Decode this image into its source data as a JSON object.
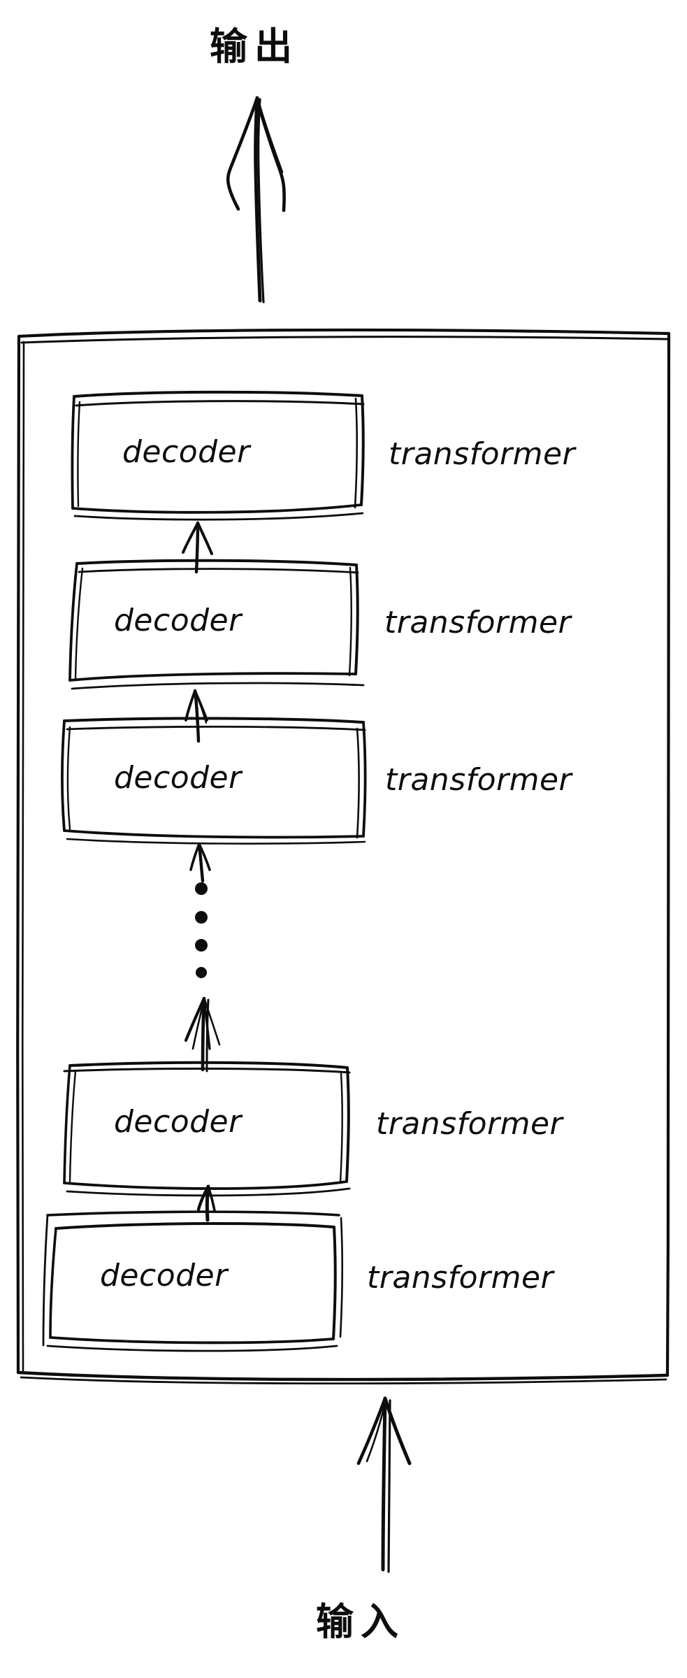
{
  "diagram": {
    "title_top": "输出",
    "title_bottom": "输入",
    "style": "hand-drawn-sketch",
    "stroke_color": "#0d0d0d",
    "background_color": "#ffffff",
    "outer_container": {
      "name": "model-body",
      "label": ""
    },
    "ellipsis": {
      "glyph": "·",
      "dot_count": 4
    },
    "blocks": [
      {
        "box_label": "decoder",
        "side_label": "transformer"
      },
      {
        "box_label": "decoder",
        "side_label": "transformer"
      },
      {
        "box_label": "decoder",
        "side_label": "transformer"
      },
      {
        "box_label": "decoder",
        "side_label": "transformer"
      },
      {
        "box_label": "decoder",
        "side_label": "transformer"
      }
    ],
    "arrows": {
      "output_arrow": "up",
      "input_arrow": "up",
      "between_blocks": "up"
    }
  }
}
